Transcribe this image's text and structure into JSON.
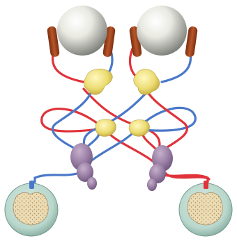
{
  "diagram": {
    "kind": "bilateral-pathway-illustration",
    "labels": [],
    "colors": {
      "background": "#ffffff",
      "red_pathway": "#e0323a",
      "blue_pathway": "#4a78c8",
      "eyeball": "#e9e9e2",
      "muscle_band": "#a84a22",
      "yellow_nucleus": "#ecdc72",
      "purple_ganglion": "#9a7fa5",
      "cord_outer": "#b9d7cc",
      "cord_inner": "#ecdcb4"
    },
    "structures": [
      {
        "name": "left-eyeball",
        "icon": "sphere"
      },
      {
        "name": "right-eyeball",
        "icon": "sphere"
      },
      {
        "name": "left-upper-nucleus",
        "icon": "yellow-blob"
      },
      {
        "name": "right-upper-nucleus",
        "icon": "yellow-blob"
      },
      {
        "name": "left-lower-nucleus",
        "icon": "yellow-blob"
      },
      {
        "name": "right-lower-nucleus",
        "icon": "yellow-blob"
      },
      {
        "name": "left-ganglion",
        "icon": "purple-lobed-mass"
      },
      {
        "name": "right-ganglion",
        "icon": "purple-lobed-mass"
      },
      {
        "name": "left-spinal-section",
        "icon": "cross-section"
      },
      {
        "name": "right-spinal-section",
        "icon": "cross-section"
      }
    ]
  }
}
